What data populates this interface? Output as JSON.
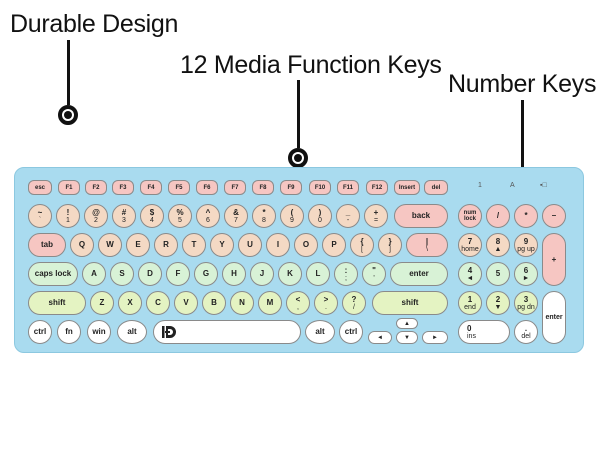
{
  "callouts": {
    "durable": "Durable Design",
    "media": "12 Media Function Keys",
    "number": "Number Keys"
  },
  "indicators": [
    "1",
    "A",
    "▪□"
  ],
  "colors": {
    "body": "#a9dbef",
    "pink": "#f6c6c2",
    "peach": "#f4d9c4",
    "mint": "#d8f2d6",
    "lime": "#e4f3c2",
    "white": "#ffffff"
  },
  "keys": {
    "esc": "esc",
    "f1": "F1",
    "f2": "F2",
    "f3": "F3",
    "f4": "F4",
    "f5": "F5",
    "f6": "F6",
    "f7": "F7",
    "f8": "F8",
    "f9": "F9",
    "f10": "F10",
    "f11": "F11",
    "f12": "F12",
    "insert": "Insert",
    "del": "del",
    "tilde": "~",
    "tick": "`",
    "n1": "1",
    "n1s": "!",
    "n2": "2",
    "n2s": "@",
    "n3": "3",
    "n3s": "#",
    "n4": "4",
    "n4s": "$",
    "n5": "5",
    "n5s": "%",
    "n6": "6",
    "n6s": "^",
    "n7": "7",
    "n7s": "&",
    "n8": "8",
    "n8s": "*",
    "n9": "9",
    "n9s": "(",
    "n0": "0",
    "n0s": ")",
    "minus": "-",
    "minuss": "_",
    "eq": "=",
    "eqs": "+",
    "back": "back",
    "tab": "tab",
    "q": "Q",
    "w": "W",
    "e": "E",
    "r": "R",
    "t": "T",
    "y": "Y",
    "u": "U",
    "i": "I",
    "o": "O",
    "p": "P",
    "lb": "[",
    "lbs": "{",
    "rb": "]",
    "rbs": "}",
    "bs": "\\",
    "bss": "|",
    "caps": "caps lock",
    "a": "A",
    "s": "S",
    "d": "D",
    "f": "F",
    "g": "G",
    "h": "H",
    "j": "J",
    "k": "K",
    "l": "L",
    "semi": ";",
    "semis": ":",
    "quote": "'",
    "quotes": "\"",
    "enter": "enter",
    "shift": "shift",
    "z": "Z",
    "x": "X",
    "c": "C",
    "v": "V",
    "b": "B",
    "n": "N",
    "m": "M",
    "comma": ",",
    "commas": "<",
    "dot": ".",
    "dots": ">",
    "slash": "/",
    "slashs": "?",
    "ctrl": "ctrl",
    "fn": "fn",
    "win": "win",
    "alt": "alt",
    "up": "▲",
    "down": "▼",
    "left": "◄",
    "right": "►",
    "numlock": "num",
    "numlock2": "lock",
    "pslash": "/",
    "pstar": "*",
    "pminus": "–",
    "p7": "7",
    "p7s": "home",
    "p8": "8",
    "p8s": "▲",
    "p9": "9",
    "p9s": "pg up",
    "pplus": "+",
    "p4": "4",
    "p4s": "◄",
    "p5": "5",
    "p6": "6",
    "p6s": "►",
    "p1": "1",
    "p1s": "end",
    "p2": "2",
    "p2s": "▼",
    "p3": "3",
    "p3s": "pg dn",
    "penter": "enter",
    "p0": "0",
    "p0s": "ins",
    "pdot": ".",
    "pdots": "del"
  }
}
